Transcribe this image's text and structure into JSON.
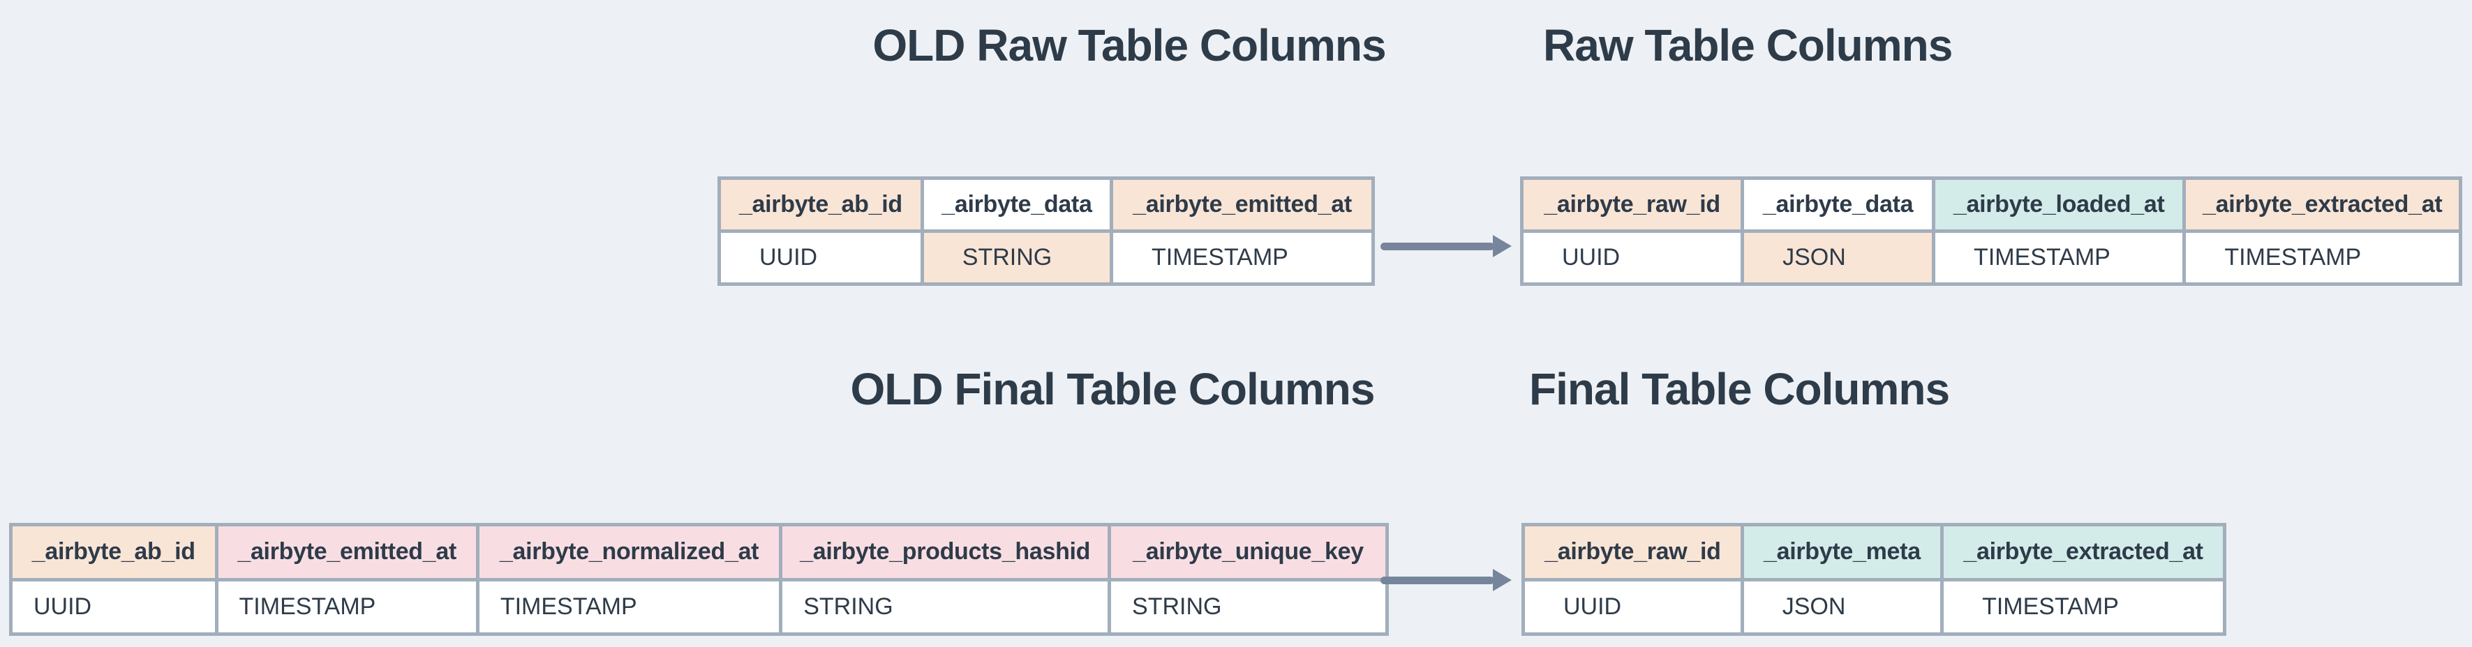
{
  "colors": {
    "background": "#edf1f5",
    "border": "#a2aebb",
    "text": "#2e3b49",
    "arrow": "#76859b",
    "peach": "#f9e5d6",
    "pink": "#f8dee3",
    "teal": "#d3ecea",
    "white": "#ffffff"
  },
  "titles": {
    "old_raw": "OLD Raw Table Columns",
    "new_raw": "Raw Table Columns",
    "old_final": "OLD Final Table Columns",
    "new_final": "Final Table Columns"
  },
  "tables": {
    "old_raw": {
      "columns": [
        {
          "name": "_airbyte_ab_id",
          "type": "UUID",
          "name_bg": "peach",
          "type_bg": "white"
        },
        {
          "name": "_airbyte_data",
          "type": "STRING",
          "name_bg": "white",
          "type_bg": "peach"
        },
        {
          "name": "_airbyte_emitted_at",
          "type": "TIMESTAMP",
          "name_bg": "peach",
          "type_bg": "white"
        }
      ]
    },
    "new_raw": {
      "columns": [
        {
          "name": "_airbyte_raw_id",
          "type": "UUID",
          "name_bg": "peach",
          "type_bg": "white"
        },
        {
          "name": "_airbyte_data",
          "type": "JSON",
          "name_bg": "white",
          "type_bg": "peach"
        },
        {
          "name": "_airbyte_loaded_at",
          "type": "TIMESTAMP",
          "name_bg": "teal",
          "type_bg": "white"
        },
        {
          "name": "_airbyte_extracted_at",
          "type": "TIMESTAMP",
          "name_bg": "peach",
          "type_bg": "white"
        }
      ]
    },
    "old_final": {
      "columns": [
        {
          "name": "_airbyte_ab_id",
          "type": "UUID",
          "name_bg": "peach",
          "type_bg": "white"
        },
        {
          "name": "_airbyte_emitted_at",
          "type": "TIMESTAMP",
          "name_bg": "pink",
          "type_bg": "white"
        },
        {
          "name": "_airbyte_normalized_at",
          "type": "TIMESTAMP",
          "name_bg": "pink",
          "type_bg": "white"
        },
        {
          "name": "_airbyte_products_hashid",
          "type": "STRING",
          "name_bg": "pink",
          "type_bg": "white"
        },
        {
          "name": "_airbyte_unique_key",
          "type": "STRING",
          "name_bg": "pink",
          "type_bg": "white"
        }
      ]
    },
    "new_final": {
      "columns": [
        {
          "name": "_airbyte_raw_id",
          "type": "UUID",
          "name_bg": "peach",
          "type_bg": "white"
        },
        {
          "name": "_airbyte_meta",
          "type": "JSON",
          "name_bg": "teal",
          "type_bg": "white"
        },
        {
          "name": "_airbyte_extracted_at",
          "type": "TIMESTAMP",
          "name_bg": "teal",
          "type_bg": "white"
        }
      ]
    }
  }
}
